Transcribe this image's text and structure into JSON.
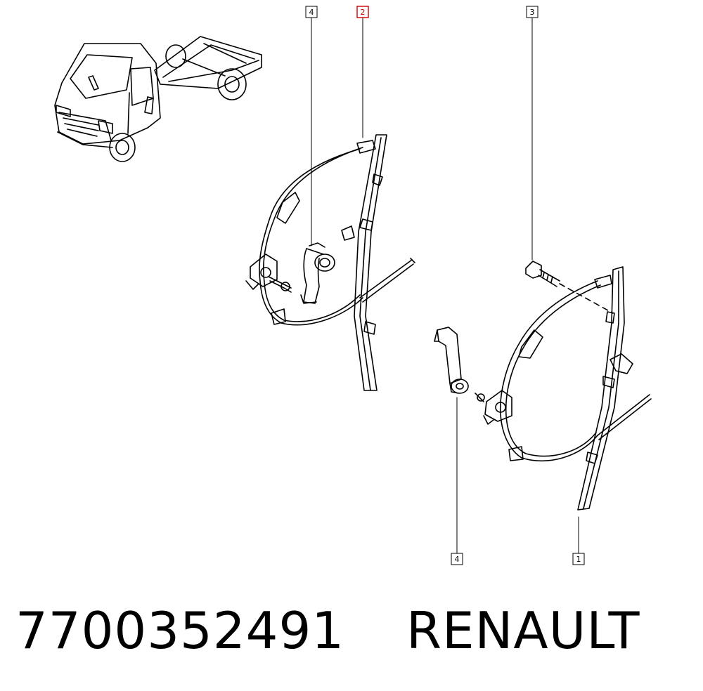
{
  "callouts": [
    {
      "id": "c4a",
      "label": "4",
      "highlighted": false
    },
    {
      "id": "c2",
      "label": "2",
      "highlighted": true
    },
    {
      "id": "c3",
      "label": "3",
      "highlighted": false
    },
    {
      "id": "c4b",
      "label": "4",
      "highlighted": false
    },
    {
      "id": "c1",
      "label": "1",
      "highlighted": false
    }
  ],
  "caption": {
    "part_number": "7700352491",
    "brand": "RENAULT"
  },
  "colors": {
    "line": "#000000",
    "highlight": "#cc0000",
    "background": "#ffffff"
  },
  "icons": [
    "truck-illustration",
    "window-regulator",
    "crank-handle",
    "bolt"
  ]
}
